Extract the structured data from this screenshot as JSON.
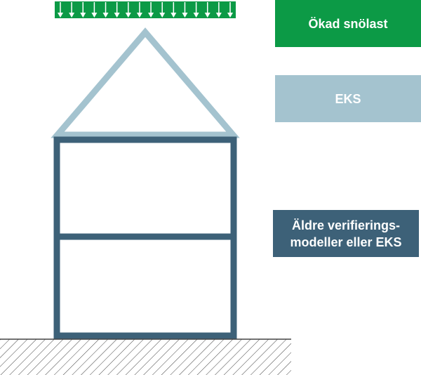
{
  "legend": {
    "snow_load": "Ökad snölast",
    "eks": "EKS",
    "older_models_line1": "Äldre verifierings-",
    "older_models_line2": "modeller eller EKS"
  },
  "colors": {
    "green": "#0c9a46",
    "light_blue": "#a4c3cf",
    "dark_blue": "#3d6178"
  },
  "snow_arrow_count": 16
}
